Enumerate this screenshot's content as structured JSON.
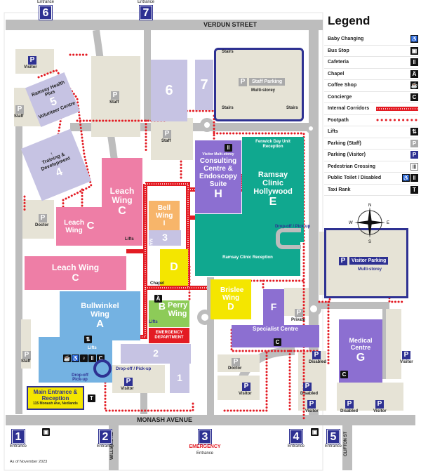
{
  "legend": {
    "title": "Legend",
    "items": [
      {
        "label": "Baby Changing",
        "icon": "baby-changing-icon",
        "glyph": "♿"
      },
      {
        "label": "Bus Stop",
        "icon": "bus-icon",
        "glyph": "▣"
      },
      {
        "label": "Cafeteria",
        "icon": "cafeteria-icon",
        "glyph": "‖"
      },
      {
        "label": "Chapel",
        "icon": "chapel-icon",
        "glyph": "Ä"
      },
      {
        "label": "Coffee Shop",
        "icon": "coffee-icon",
        "glyph": "☕"
      },
      {
        "label": "Concierge",
        "icon": "concierge-icon",
        "glyph": "C"
      },
      {
        "label": "Internal Corridors",
        "icon": "internal-corridor-swatch"
      },
      {
        "label": "Footpath",
        "icon": "footpath-swatch"
      },
      {
        "label": "Lifts",
        "icon": "lifts-icon",
        "glyph": "⇅"
      },
      {
        "label": "Parking (Staff)",
        "icon": "parking-staff-icon",
        "glyph": "P"
      },
      {
        "label": "Parking (Visitor)",
        "icon": "parking-visitor-icon",
        "glyph": "P"
      },
      {
        "label": "Pedestrian Crossing",
        "icon": "crossing-icon",
        "glyph": "|||"
      },
      {
        "label": "Public Toilet / Disabled",
        "icon": "toilet-icon",
        "glyph": "♿"
      },
      {
        "label": "Taxi Rank",
        "icon": "taxi-icon",
        "glyph": "T"
      }
    ],
    "compass": {
      "n": "N",
      "e": "E",
      "s": "S",
      "w": "W"
    }
  },
  "colors": {
    "navy": "#2e3192",
    "corridor": "#e31b23",
    "road": "#bdbdbd",
    "parking": "#e6e3d6",
    "lavender": "#c6c3e3",
    "pink": "#ee7ea6",
    "blue": "#74b2e2",
    "teal": "#10a88f",
    "purple": "#8c6fd1",
    "yellow": "#f4e600",
    "orange": "#f7b56a",
    "green": "#8dcb58"
  },
  "streets": {
    "top": "VERDUN STREET",
    "bottom": "MONASH AVENUE",
    "williams": "WILLIAMS RD",
    "clifton": "CLIFTON ST"
  },
  "entrances": [
    {
      "num": "6",
      "label": "Entrance"
    },
    {
      "num": "7",
      "label": "Entrance"
    },
    {
      "num": "1",
      "label": "Entrance"
    },
    {
      "num": "2",
      "label": "Entrance"
    },
    {
      "num": "3",
      "label": "Entrance",
      "emergency": "EMERGENCY"
    },
    {
      "num": "4",
      "label": "Entrance"
    },
    {
      "num": "5",
      "label": "Entrance"
    }
  ],
  "buildings": {
    "b6": "6",
    "b7": "7",
    "b5": {
      "name": "Ramsay Health Plus",
      "num": "5",
      "sub": "Volunteer Centre"
    },
    "b4": {
      "name": "Training & Development",
      "num": "4",
      "arrow": "↑"
    },
    "leach1": {
      "name": "Leach Wing",
      "letter": "C"
    },
    "leach2": {
      "name": "Leach Wing",
      "letter": "C"
    },
    "leach3": {
      "name": "Leach Wing",
      "letter": "C"
    },
    "bell": {
      "name": "Bell Wing",
      "letter": "I"
    },
    "b3": "3",
    "d": "D",
    "consulting": {
      "name": "Consulting Centre & Endoscopy Suite",
      "letter": "H",
      "parking": "Visitor Multi-storey"
    },
    "ramsay": {
      "name": "Ramsay Clinic Hollywood",
      "letter": "E",
      "fenwick": "Fenwick Day Unit Reception",
      "reception": "Ramsay Clinic Reception"
    },
    "bullwinkel": {
      "name": "Bullwinkel Wing",
      "letter": "A"
    },
    "perry": {
      "name": "Perry Wing",
      "letter": "B"
    },
    "emergency": "EMERGENCY DEPARTMENT",
    "b2": "2",
    "b1": "1",
    "brislee": {
      "name": "Brislee Wing",
      "letter": "D"
    },
    "f": "F",
    "specialist": "Specialist Centre",
    "medical": {
      "name": "Medical Centre",
      "letter": "G"
    },
    "corridor": "MAIN CORRIDOR"
  },
  "parking": {
    "staff_ms": {
      "title": "Staff Parking",
      "sub": "Multi-storey",
      "stairs": "Stairs"
    },
    "visitor_ms": {
      "title": "Visitor Parking",
      "sub": "Multi-storey"
    },
    "staff": "Staff",
    "visitor": "Visitor",
    "doctor": "Doctor",
    "private": "Private",
    "disabled": "Disabled"
  },
  "labels": {
    "lifts": "Lifts",
    "chapel": "Chapel",
    "dropoff": "Drop-off / Pick-up",
    "dropoff2": "Drop-off Pick-up"
  },
  "main_entrance": {
    "title": "Main Entrance & Reception",
    "address": "115 Monash Ave, Nedlands"
  },
  "footer": {
    "date": "As of November 2023"
  }
}
